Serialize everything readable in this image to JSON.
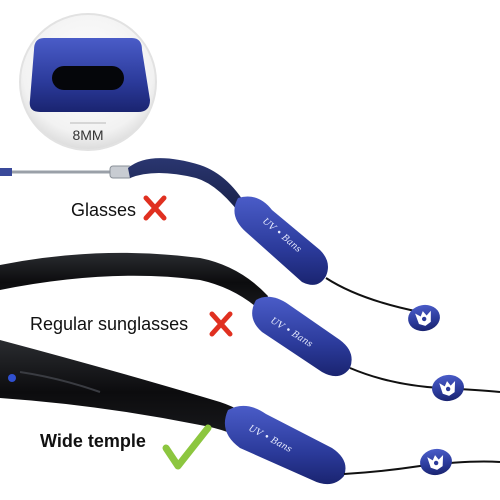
{
  "detail_circle": {
    "size_label": "8MM"
  },
  "labels": {
    "glasses": "Glasses",
    "regular": "Regular sunglasses",
    "wide": "Wide temple"
  },
  "brand_text": "UV • Bans",
  "marks": {
    "glasses": "cross",
    "regular": "cross",
    "wide": "check"
  },
  "colors": {
    "retainer_blue": "#2b3a9a",
    "cross_red": "#e03020",
    "check_green": "#8cc63f",
    "frame_black": "#0c0c0e",
    "temple_navy": "#1e2a5a"
  },
  "icons": {
    "end_tag": "lion-logo-tag",
    "cross": "red-x-mark",
    "check": "green-check-mark"
  }
}
